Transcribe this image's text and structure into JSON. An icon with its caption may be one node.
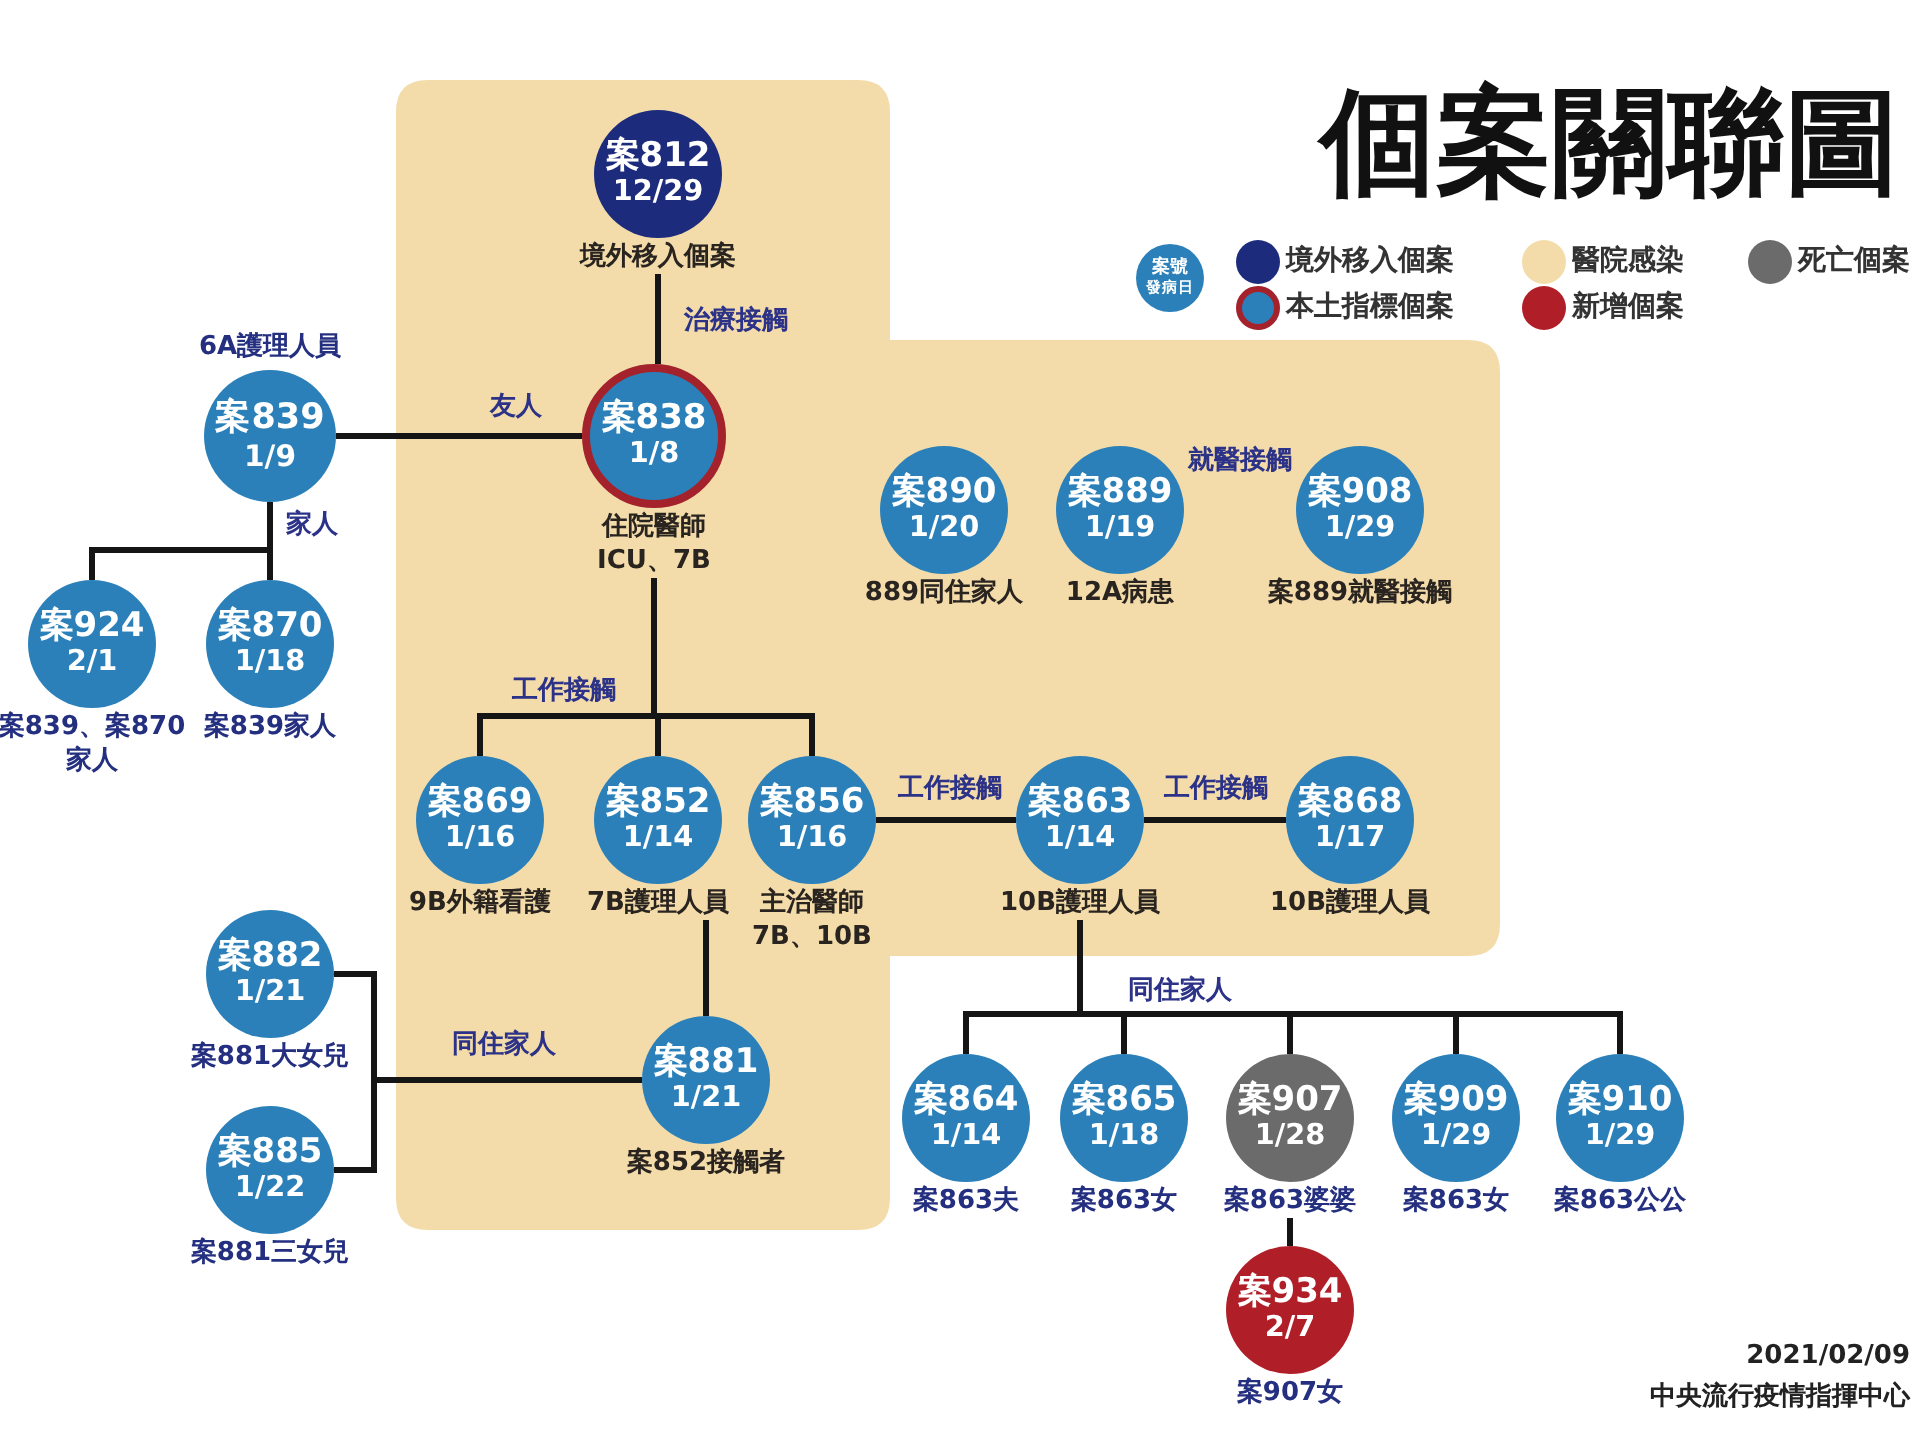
{
  "diagram": {
    "title": "個案關聯圖",
    "nodes": [
      {
        "text": [],
        "shape": "box"
      },
      {
        "text": [
          "案812",
          "12/29"
        ],
        "beside": [
          "境外移入個案"
        ],
        "in": 0
      },
      {
        "text": [
          "案號",
          "發病日"
        ]
      },
      {
        "text": [
          "案839",
          "1/9"
        ],
        "beside": [
          "6A護理人員"
        ]
      },
      {
        "text": [
          "案838",
          "1/8"
        ],
        "beside": [
          "住院醫師ICU、7B"
        ],
        "in": 0
      },
      {
        "text": [
          "案890",
          "1/20"
        ],
        "beside": [
          "889同住家人"
        ],
        "in": 0
      },
      {
        "text": [
          "案889",
          "1/19"
        ],
        "beside": [
          "12A病患"
        ],
        "in": 0
      },
      {
        "text": [
          "案908",
          "1/29"
        ],
        "beside": [
          "案889就醫接觸"
        ],
        "in": 0
      },
      {
        "text": [
          "案924",
          "2/1"
        ],
        "beside": [
          "案839、案870家人"
        ]
      },
      {
        "text": [
          "案870",
          "1/18"
        ],
        "beside": [
          "案839家人"
        ]
      },
      {
        "text": [
          "案869",
          "1/16"
        ],
        "beside": [
          "9B外籍看護"
        ],
        "in": 0
      },
      {
        "text": [
          "案852",
          "1/14"
        ],
        "beside": [
          "7B護理人員"
        ],
        "in": 0
      },
      {
        "text": [
          "案856",
          "1/16"
        ],
        "beside": [
          "主治醫師7B、10B"
        ],
        "in": 0
      },
      {
        "text": [
          "案863",
          "1/14"
        ],
        "beside": [
          "10B護理人員"
        ],
        "in": 0
      },
      {
        "text": [
          "案868",
          "1/17"
        ],
        "beside": [
          "10B護理人員"
        ],
        "in": 0
      },
      {
        "text": [
          "案882",
          "1/21"
        ],
        "beside": [
          "案881大女兒"
        ]
      },
      {
        "text": [
          "案881",
          "1/21"
        ],
        "beside": [
          "案852接觸者"
        ],
        "in": 0
      },
      {
        "text": [
          "案885",
          "1/22"
        ],
        "beside": [
          "案881三女兒"
        ]
      },
      {
        "text": [
          "案864",
          "1/14"
        ],
        "beside": [
          "案863夫"
        ]
      },
      {
        "text": [
          "案865",
          "1/18"
        ],
        "beside": [
          "案863女"
        ]
      },
      {
        "text": [
          "案907",
          "1/28"
        ],
        "beside": [
          "案863婆婆"
        ]
      },
      {
        "text": [
          "案909",
          "1/29"
        ],
        "beside": [
          "案863女"
        ]
      },
      {
        "text": [
          "案910",
          "1/29"
        ],
        "beside": [
          "案863公公"
        ]
      },
      {
        "text": [
          "案934",
          "2/7"
        ],
        "beside": [
          "案907女"
        ]
      }
    ],
    "edges": [
      {
        "from": 1,
        "to": 4,
        "arrow": "none",
        "label": "治療接觸"
      },
      {
        "from": 3,
        "to": 4,
        "arrow": "none",
        "label": "友人"
      },
      {
        "from": 3,
        "to": 8,
        "arrow": "none",
        "label": "家人"
      },
      {
        "from": 3,
        "to": 9,
        "arrow": "none"
      },
      {
        "from": 4,
        "to": 10,
        "arrow": "none",
        "label": "工作接觸"
      },
      {
        "from": 4,
        "to": 11,
        "arrow": "none"
      },
      {
        "from": 4,
        "to": 12,
        "arrow": "none"
      },
      {
        "from": 12,
        "to": 13,
        "arrow": "none",
        "label": "工作接觸"
      },
      {
        "from": 13,
        "to": 14,
        "arrow": "none",
        "label": "工作接觸"
      },
      {
        "from": 11,
        "to": 16,
        "arrow": "none"
      },
      {
        "from": 16,
        "to": 15,
        "arrow": "none",
        "label": "同住家人"
      },
      {
        "from": 16,
        "to": 17,
        "arrow": "none"
      },
      {
        "from": 13,
        "to": 18,
        "arrow": "none"
      },
      {
        "from": 13,
        "to": 19,
        "arrow": "none"
      },
      {
        "from": 13,
        "to": 20,
        "arrow": "none",
        "label": "同住家人"
      },
      {
        "from": 13,
        "to": 21,
        "arrow": "none"
      },
      {
        "from": 13,
        "to": 22,
        "arrow": "none"
      },
      {
        "from": 20,
        "to": 23,
        "arrow": "none"
      }
    ],
    "labels": [
      "就醫接觸",
      "2021/02/09",
      "中央流行疫情指揮中心"
    ],
    "legend": [
      {
        "text": "境外移入個案",
        "color": "#1c2b7c"
      },
      {
        "text": "醫院感染",
        "color": "#f3dcaa"
      },
      {
        "text": "死亡個案",
        "color": "#6b6b6b"
      },
      {
        "text": "本土指標個案"
      },
      {
        "text": "新增個案",
        "color": "#b01f28"
      }
    ]
  }
}
